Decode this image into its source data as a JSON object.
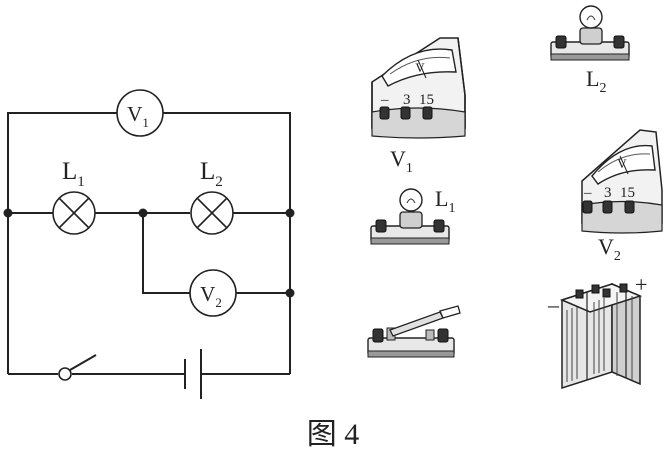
{
  "circuit": {
    "v1": {
      "main": "V",
      "sub": "1"
    },
    "l1": {
      "main": "L",
      "sub": "1"
    },
    "l2": {
      "main": "L",
      "sub": "2"
    },
    "v2": {
      "main": "V",
      "sub": "2"
    }
  },
  "apparatus": {
    "voltmeter1": {
      "dial_letter": "V",
      "terminal_minus": "–",
      "terminal_3": "3",
      "terminal_15": "15",
      "label_main": "V",
      "label_sub": "1"
    },
    "bulb_l2": {
      "label_main": "L",
      "label_sub": "2"
    },
    "voltmeter2": {
      "dial_letter": "V",
      "terminal_minus": "–",
      "terminal_3": "3",
      "terminal_15": "15",
      "label_main": "V",
      "label_sub": "2"
    },
    "bulb_l1": {
      "label_main": "L",
      "label_sub": "1"
    },
    "battery": {
      "minus": "–",
      "plus": "+"
    }
  },
  "caption": "图 4"
}
